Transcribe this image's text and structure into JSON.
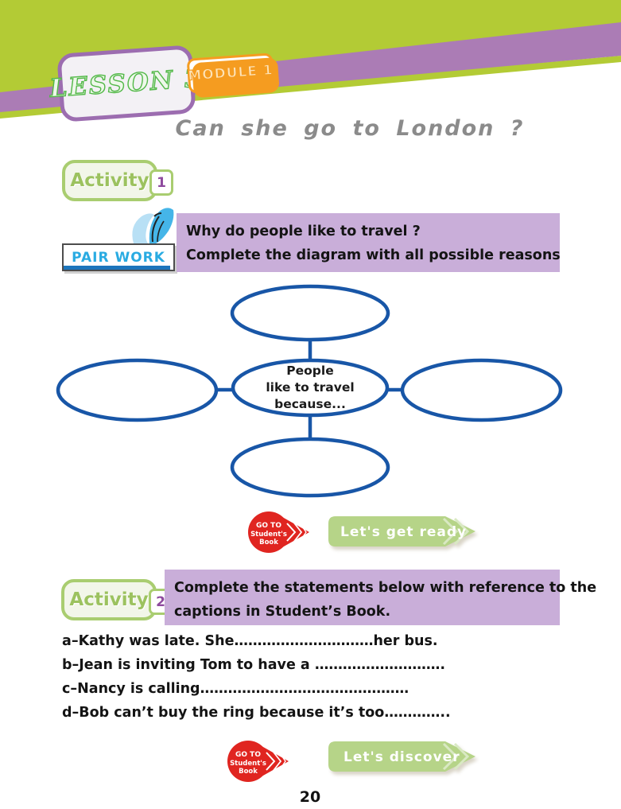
{
  "header": {
    "lesson_label": "LESSON 3",
    "module_label": "MODULE 1",
    "title": "Can she go to London ?"
  },
  "activity1": {
    "label": "Activity",
    "number": "1",
    "pair_work": "PAIR WORK",
    "instruction_line1": "Why do people like to travel ?",
    "instruction_line2": "Complete the diagram with all possible reasons"
  },
  "diagram": {
    "center_line1": "People",
    "center_line2": "like to travel",
    "center_line3": "because..."
  },
  "goto_badge": {
    "line1": "GO TO",
    "line2": "Student's",
    "line3": "Book"
  },
  "banner1": {
    "label": "Let's get ready"
  },
  "activity2": {
    "label": "Activity",
    "number": "2",
    "instruction_line1": "Complete the statements below with reference to the",
    "instruction_line2": "captions in Student’s Book."
  },
  "statements": [
    {
      "letter": "a",
      "text": "–Kathy was late. She…………………………her bus."
    },
    {
      "letter": "b",
      "text": "–Jean is inviting Tom to have a ………………………."
    },
    {
      "letter": "c",
      "text": "–Nancy is calling………………………………………"
    },
    {
      "letter": "d",
      "text": "–Bob can’t buy the ring because it’s too………….."
    }
  ],
  "banner2": {
    "label": "Let's discover"
  },
  "page_number": "20",
  "colors": {
    "band_green": "#b3cb35",
    "band_purple": "#ab7cb5",
    "lesson_border": "#9c6db0",
    "lesson_text_green": "#52b848",
    "module_orange": "#f59c20",
    "title_gray": "#8b8b8b",
    "activity_border": "#a9cd70",
    "activity_text": "#9cc25f",
    "number_purple": "#8e4a9e",
    "pairwork_blue": "#29abe2",
    "pairwork_bar_blue": "#1c75bc",
    "box_lavender": "#c9aed9",
    "diagram_blue": "#1856a7",
    "goto_red": "#e02520",
    "banner_green": "#b6d488"
  }
}
